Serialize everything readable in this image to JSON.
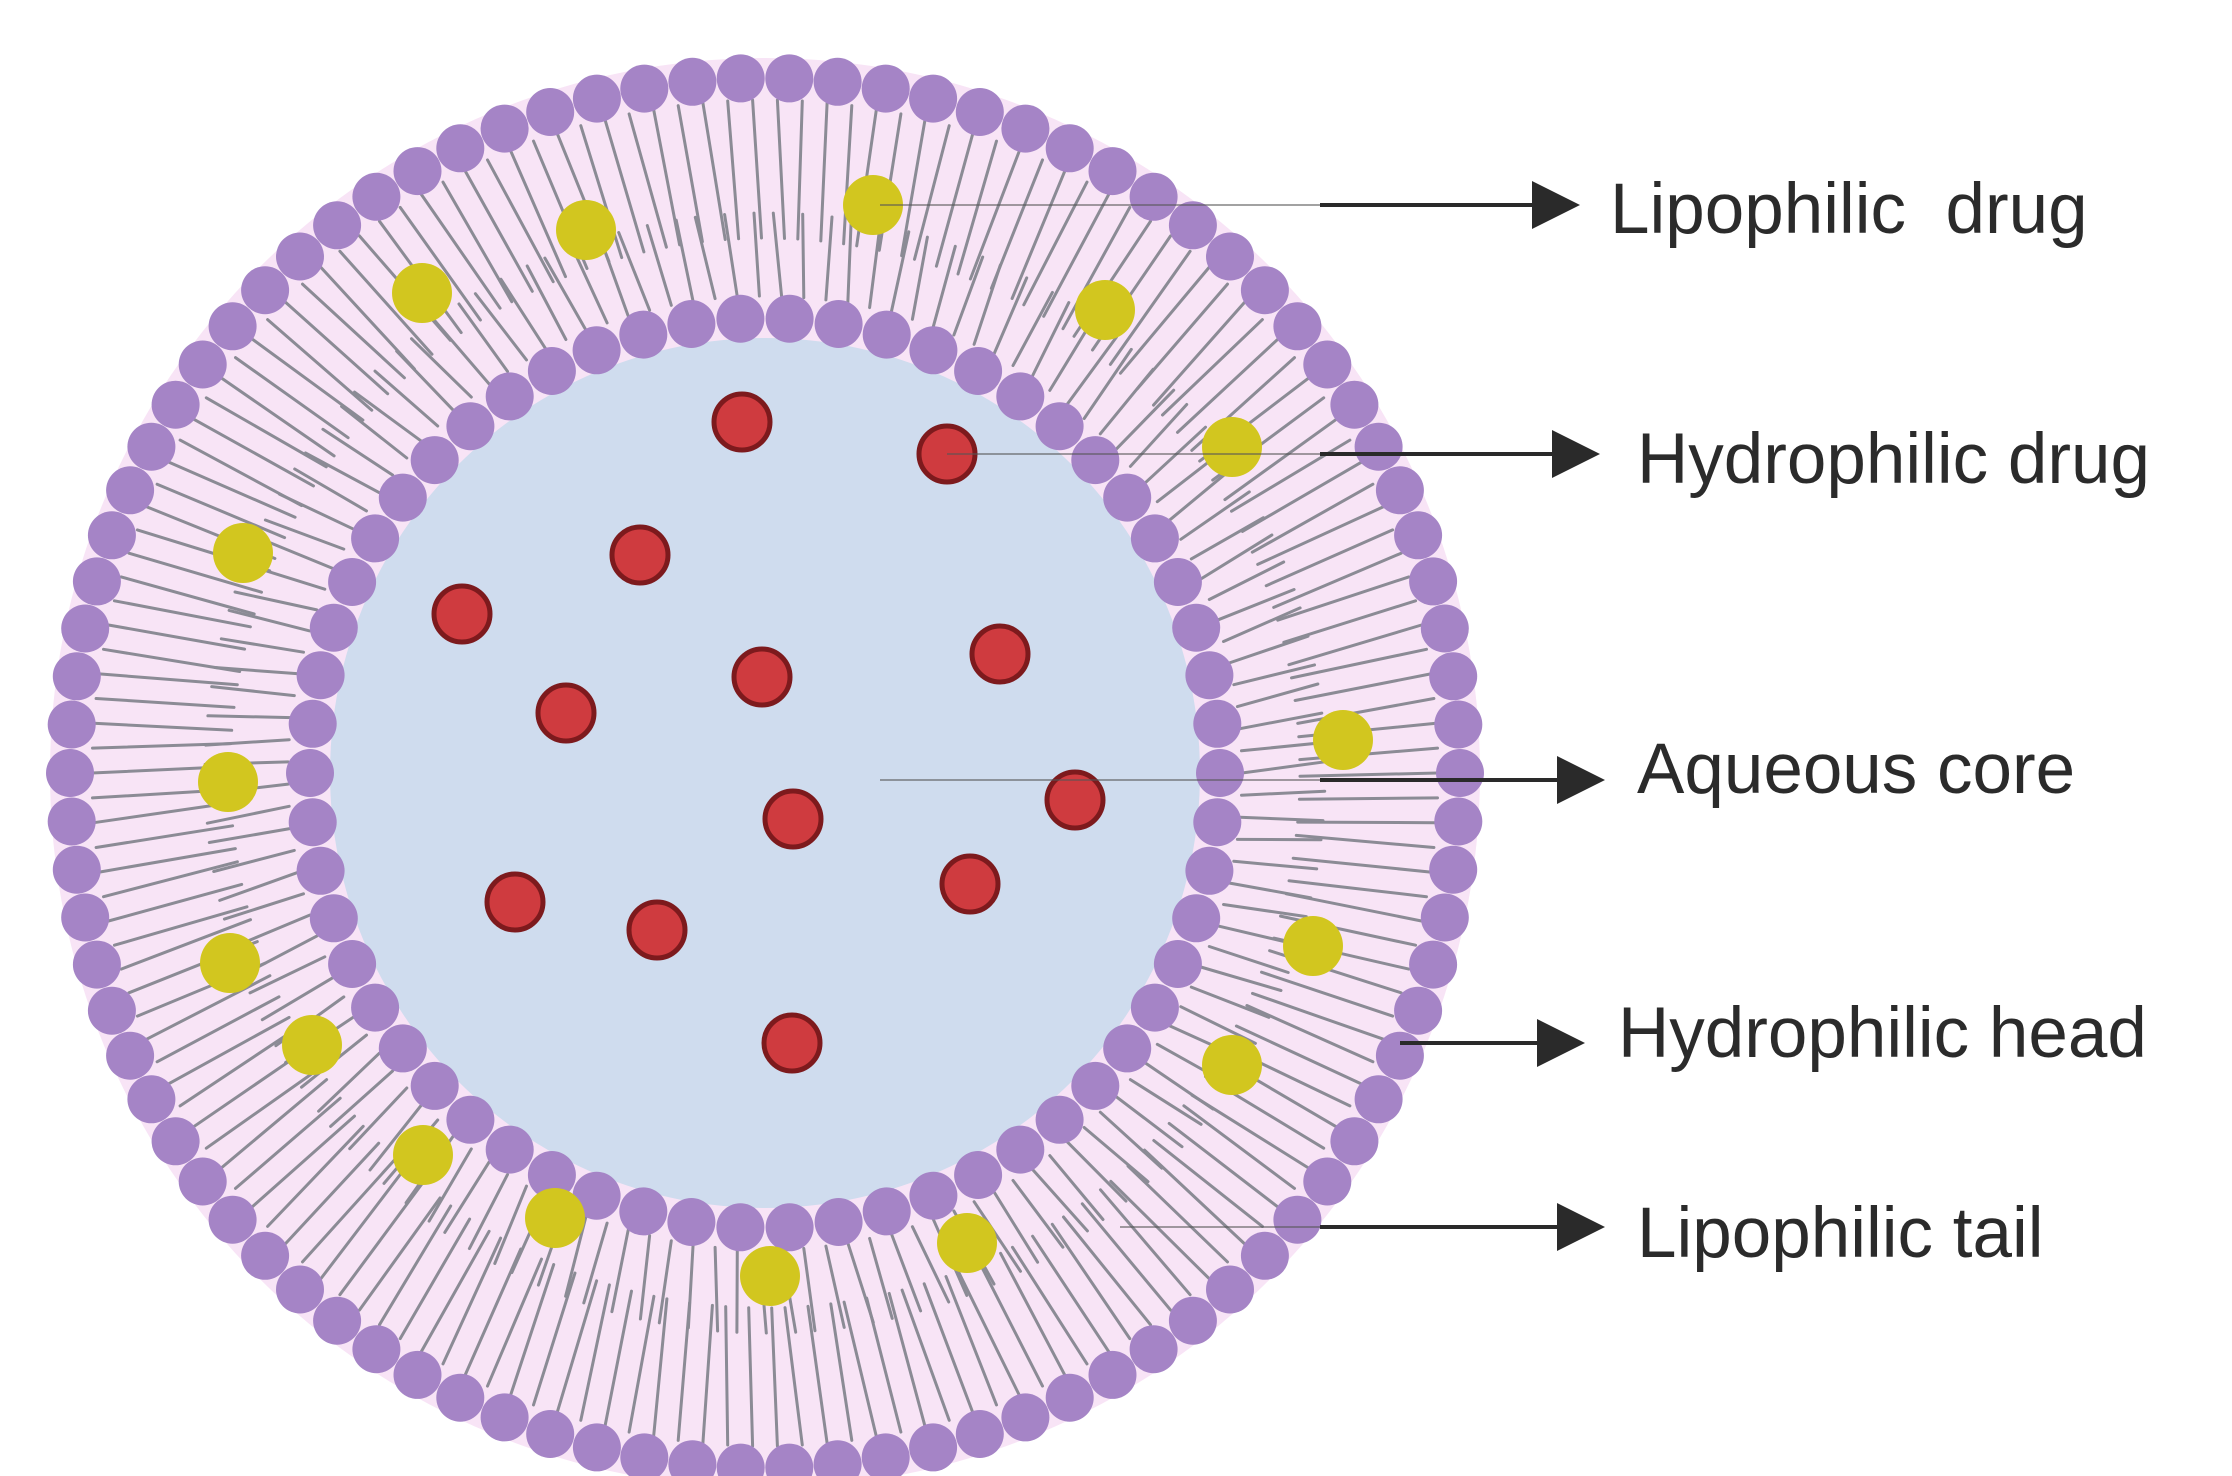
{
  "colors": {
    "bilayer_fill": "#f8e4f6",
    "core_fill": "#cfdcee",
    "head_fill": "#a584c6",
    "tail_stroke": "#8b8b95",
    "lipophilic_drug": "#d2c61f",
    "hydrophilic_drug_fill": "#cf3b3f",
    "hydrophilic_drug_stroke": "#7d1a1d",
    "arrow": "#2a2a2a",
    "pointer": "#555555"
  },
  "labels": [
    {
      "id": "lipophilic-drug",
      "text": "Lipophilic  drug"
    },
    {
      "id": "hydrophilic-drug",
      "text": "Hydrophilic drug"
    },
    {
      "id": "aqueous-core",
      "text": "Aqueous core"
    },
    {
      "id": "hydrophilic-head",
      "text": "Hydrophilic head"
    },
    {
      "id": "lipophilic-tail",
      "text": "Lipophilic tail"
    }
  ]
}
